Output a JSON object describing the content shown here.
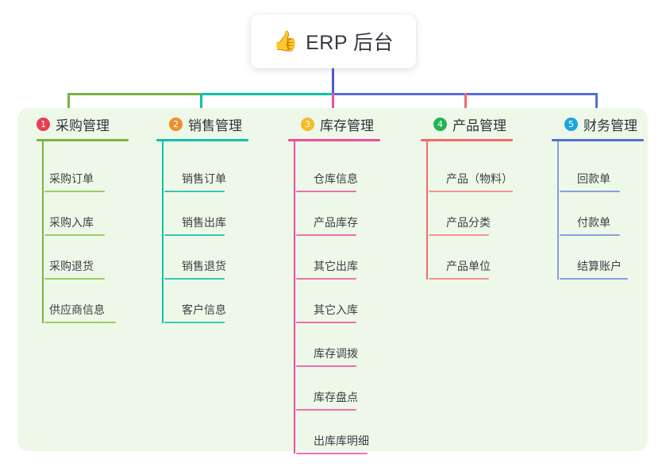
{
  "root": {
    "icon": "thumbs-up-icon",
    "emoji": "👍",
    "title": "ERP 后台"
  },
  "theme": {
    "page_background": "#ffffff",
    "panel_background": "#eef8e8",
    "text_color": "#3b3f45",
    "root_stem_color": "#4f58c6"
  },
  "columns": [
    {
      "index": "1",
      "badge_number": "1",
      "badge_color": "#ea3b55",
      "line_color": "#7cb342",
      "title": "采购管理",
      "items": [
        {
          "label": "采购订单"
        },
        {
          "label": "采购入库"
        },
        {
          "label": "采购退货"
        },
        {
          "label": "供应商信息"
        }
      ]
    },
    {
      "index": "2",
      "badge_number": "2",
      "badge_color": "#f08c2e",
      "line_color": "#0ec2ab",
      "title": "销售管理",
      "items": [
        {
          "label": "销售订单"
        },
        {
          "label": "销售出库"
        },
        {
          "label": "销售退货"
        },
        {
          "label": "客户信息"
        }
      ]
    },
    {
      "index": "3",
      "badge_number": "3",
      "badge_color": "#f6bc27",
      "line_color": "#ef4d9e",
      "title": "库存管理",
      "items": [
        {
          "label": "仓库信息"
        },
        {
          "label": "产品库存"
        },
        {
          "label": "其它出库"
        },
        {
          "label": "其它入库"
        },
        {
          "label": "库存调拨"
        },
        {
          "label": "库存盘点"
        },
        {
          "label": "出库库明细"
        }
      ]
    },
    {
      "index": "4",
      "badge_number": "4",
      "badge_color": "#23b455",
      "line_color": "#f4696b",
      "title": "产品管理",
      "items": [
        {
          "label": "产品（物料）"
        },
        {
          "label": "产品分类"
        },
        {
          "label": "产品单位"
        }
      ]
    },
    {
      "index": "5",
      "badge_number": "5",
      "badge_color": "#1fa4e0",
      "line_color": "#5570d4",
      "title": "财务管理",
      "items": [
        {
          "label": "回款单"
        },
        {
          "label": "付款单"
        },
        {
          "label": "结算账户"
        }
      ]
    }
  ],
  "connectors": {
    "stem_color": "#4f58c6",
    "bar_segments": [
      {
        "color": "#7cb342"
      },
      {
        "color": "#0ec2ab"
      },
      {
        "color": "#5570d4"
      }
    ]
  }
}
